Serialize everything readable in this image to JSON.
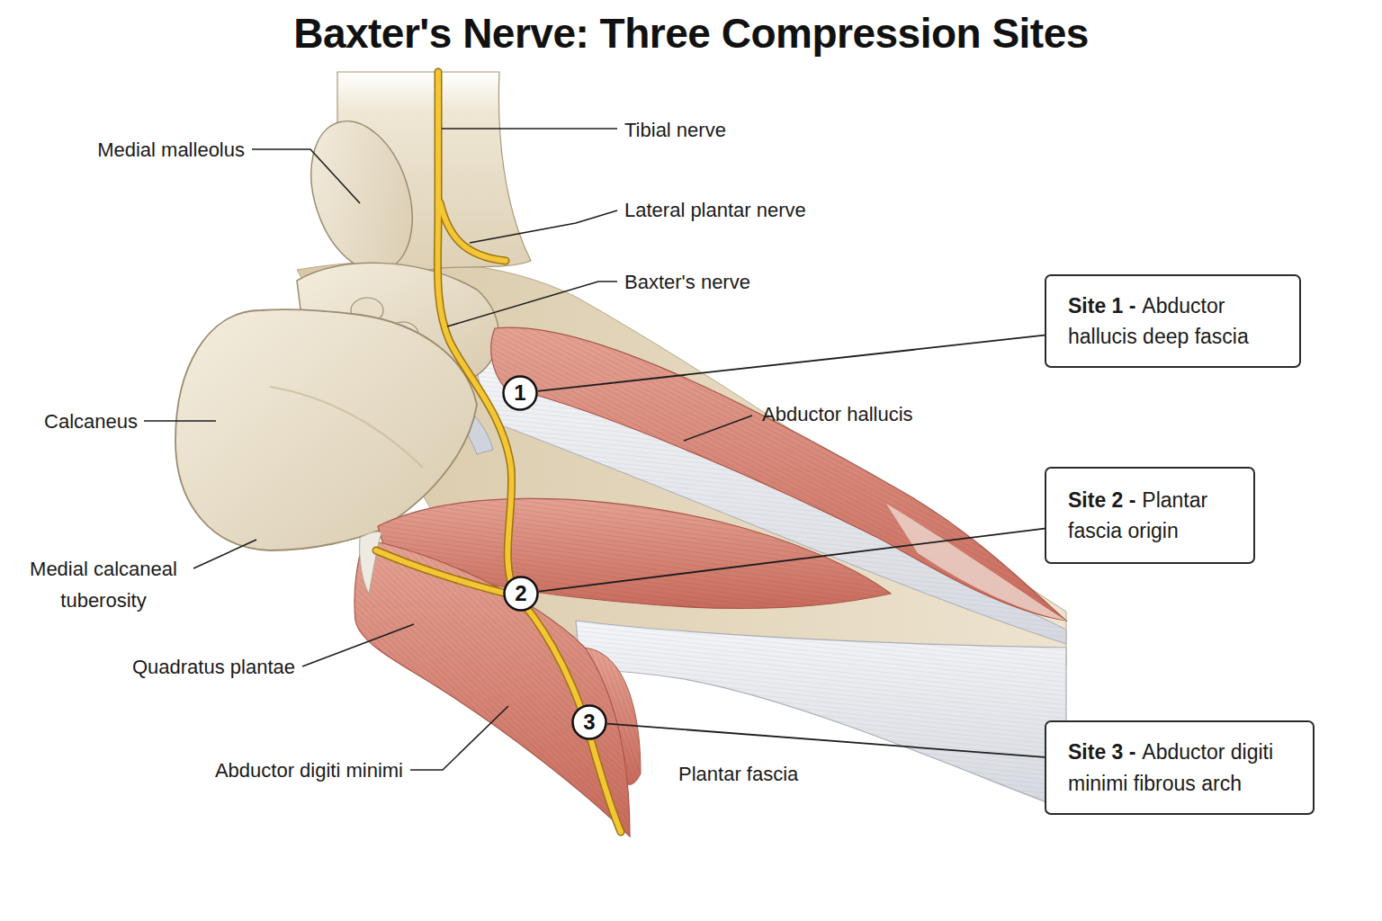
{
  "diagram": {
    "title": "Baxter's Nerve: Three Compression Sites",
    "nodes": [
      {
        "text": [
          "1"
        ]
      },
      {
        "text": [
          "Site 1 -",
          "Abductor hallucis deep fascia"
        ]
      },
      {
        "text": [
          "2"
        ]
      },
      {
        "text": [
          "Site 2 -",
          "Plantar fascia origin"
        ]
      },
      {
        "text": [
          "3"
        ]
      },
      {
        "text": [
          "Site 3 -",
          "Abductor digiti minimi fibrous arch"
        ]
      }
    ],
    "edges": [
      {
        "from": 0,
        "to": 1,
        "arrow": "none"
      },
      {
        "from": 2,
        "to": 3,
        "arrow": "none"
      },
      {
        "from": 4,
        "to": 5,
        "arrow": "none"
      }
    ],
    "labels": [
      "Medial malleolus",
      "Tibial nerve",
      "Lateral plantar nerve",
      "Baxter's nerve",
      "Calcaneus",
      "Abductor hallucis",
      "Medial calcaneal tuberosity",
      "Quadratus plantae",
      "Abductor digiti minimi",
      "Plantar fascia"
    ]
  }
}
